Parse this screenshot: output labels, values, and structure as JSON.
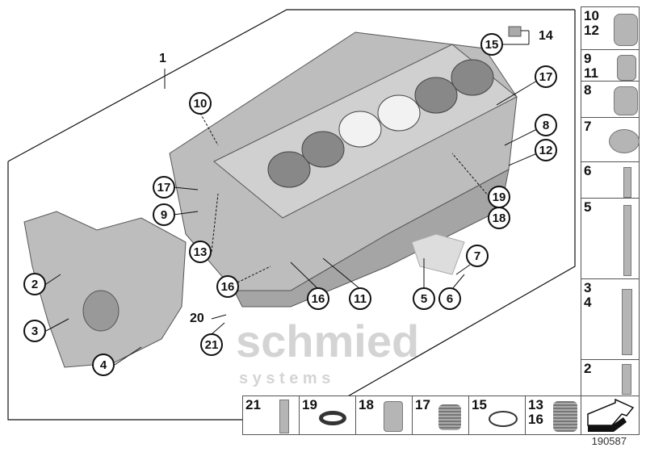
{
  "watermark": {
    "line1": "schmied",
    "line2": "s  y  s  t  e  m     s"
  },
  "callouts": {
    "c1": "1",
    "c15": "15",
    "c14": "14",
    "c10": "10",
    "c17a": "17",
    "c8": "8",
    "c12": "12",
    "c17b": "17",
    "c9": "9",
    "c19": "19",
    "c18": "18",
    "c13": "13",
    "c16a": "16",
    "c16b": "16",
    "c11": "11",
    "c7": "7",
    "c5": "5",
    "c6": "6",
    "c2": "2",
    "c3": "3",
    "c4": "4",
    "c20": "20",
    "c21": "21"
  },
  "side_panel": [
    "10\n12",
    "9\n11",
    "8",
    "7",
    "6",
    "5",
    "3\n4",
    "2"
  ],
  "bottom_panel": [
    "21",
    "19",
    "18",
    "17",
    "15",
    "13\n16"
  ],
  "figure_number": "190587",
  "colors": {
    "part": "#b8b8b8",
    "outline": "#111111",
    "border": "#555555"
  }
}
